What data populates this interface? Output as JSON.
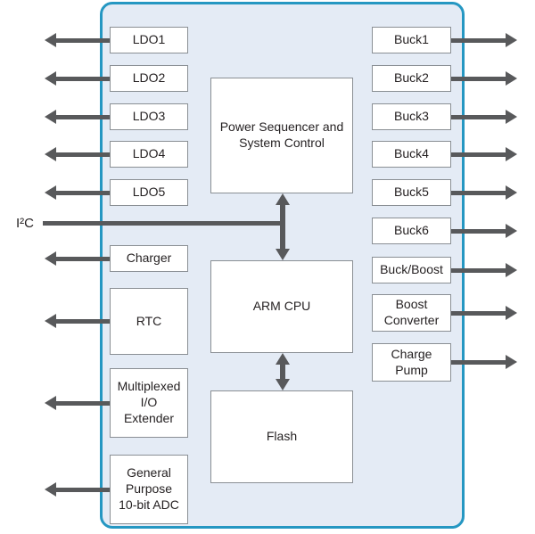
{
  "diagram": {
    "type": "pmic-block-diagram",
    "colors": {
      "chip_fill": "#E4EBF5",
      "chip_border": "#2597C2",
      "box_fill": "#FFFFFF",
      "box_border": "#8A8F94",
      "arrow": "#58595B",
      "text": "#231F20"
    },
    "i2c": {
      "label": "I²C"
    },
    "left_blocks": [
      {
        "label": "LDO1"
      },
      {
        "label": "LDO2"
      },
      {
        "label": "LDO3"
      },
      {
        "label": "LDO4"
      },
      {
        "label": "LDO5"
      },
      {
        "label": "Charger"
      },
      {
        "label": "RTC"
      },
      {
        "label": "Multiplexed\nI/O\nExtender"
      },
      {
        "label": "General\nPurpose\n10-bit ADC"
      }
    ],
    "center_blocks": [
      {
        "label": "Power Sequencer and\nSystem Control"
      },
      {
        "label": "ARM CPU"
      },
      {
        "label": "Flash"
      }
    ],
    "right_blocks": [
      {
        "label": "Buck1"
      },
      {
        "label": "Buck2"
      },
      {
        "label": "Buck3"
      },
      {
        "label": "Buck4"
      },
      {
        "label": "Buck5"
      },
      {
        "label": "Buck6"
      },
      {
        "label": "Buck/Boost"
      },
      {
        "label": "Boost\nConverter"
      },
      {
        "label": "Charge\nPump"
      }
    ]
  }
}
